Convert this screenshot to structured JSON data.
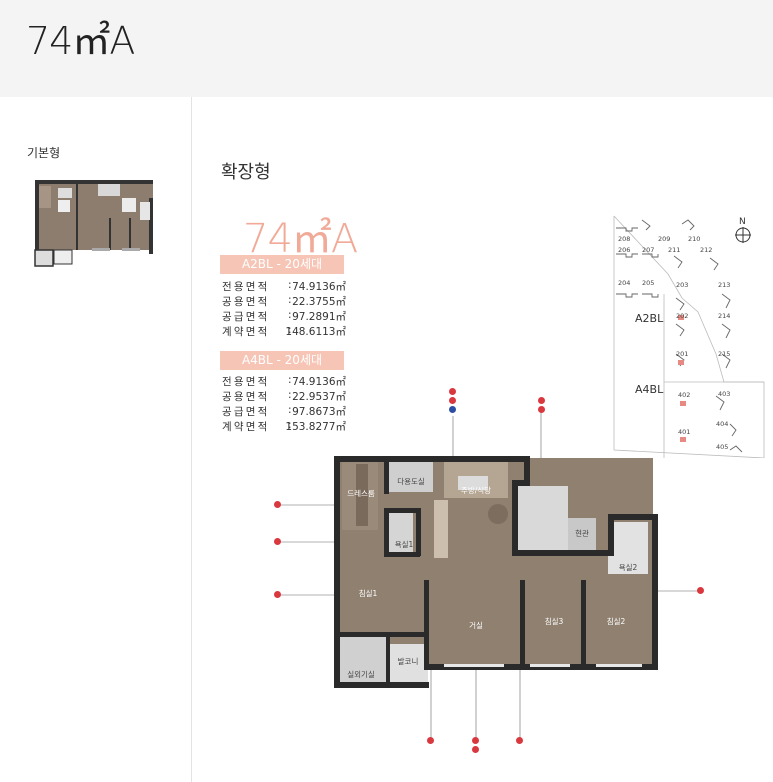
{
  "header": {
    "title": "74㎡A"
  },
  "thumbnail": {
    "label": "기본형"
  },
  "expanded": {
    "title": "확장형",
    "type_label": "74㎡A",
    "blocks": [
      {
        "bar": "A2BL - 20세대",
        "rows": [
          {
            "label": "전용면적",
            "value": "74.9136㎡"
          },
          {
            "label": "공용면적",
            "value": "22.3755㎡"
          },
          {
            "label": "공급면적",
            "value": "97.2891㎡"
          },
          {
            "label": "계약면적",
            "value": "148.6113㎡"
          }
        ]
      },
      {
        "bar": "A4BL - 20세대",
        "rows": [
          {
            "label": "전용면적",
            "value": "74.9136㎡"
          },
          {
            "label": "공용면적",
            "value": "22.9537㎡"
          },
          {
            "label": "공급면적",
            "value": "97.8673㎡"
          },
          {
            "label": "계약면적",
            "value": "153.8277㎡"
          }
        ]
      }
    ]
  },
  "site_map": {
    "north": "N",
    "a2bl": "A2BL",
    "a4bl": "A4BL",
    "buildings": [
      "208",
      "209",
      "210",
      "206",
      "207",
      "211",
      "212",
      "204",
      "205",
      "203",
      "213",
      "202",
      "214",
      "201",
      "215",
      "402",
      "403",
      "404",
      "401",
      "405"
    ]
  },
  "floor_plan": {
    "rooms": {
      "dress": "드레스룸",
      "laundry": "다용도실",
      "kitchen": "주방/식당",
      "bath1": "욕실1",
      "bath2": "욕실2",
      "bedroom1": "침실1",
      "living": "거실",
      "bedroom3": "침실3",
      "bedroom2": "침실2",
      "entry": "현관",
      "outdoor": "실외기실",
      "balcony": "발코니"
    }
  },
  "colors": {
    "accent": "#f1aa98",
    "bar": "#f6c5b6",
    "marker": "#d9383f",
    "marker_blue": "#2d4fa3"
  }
}
